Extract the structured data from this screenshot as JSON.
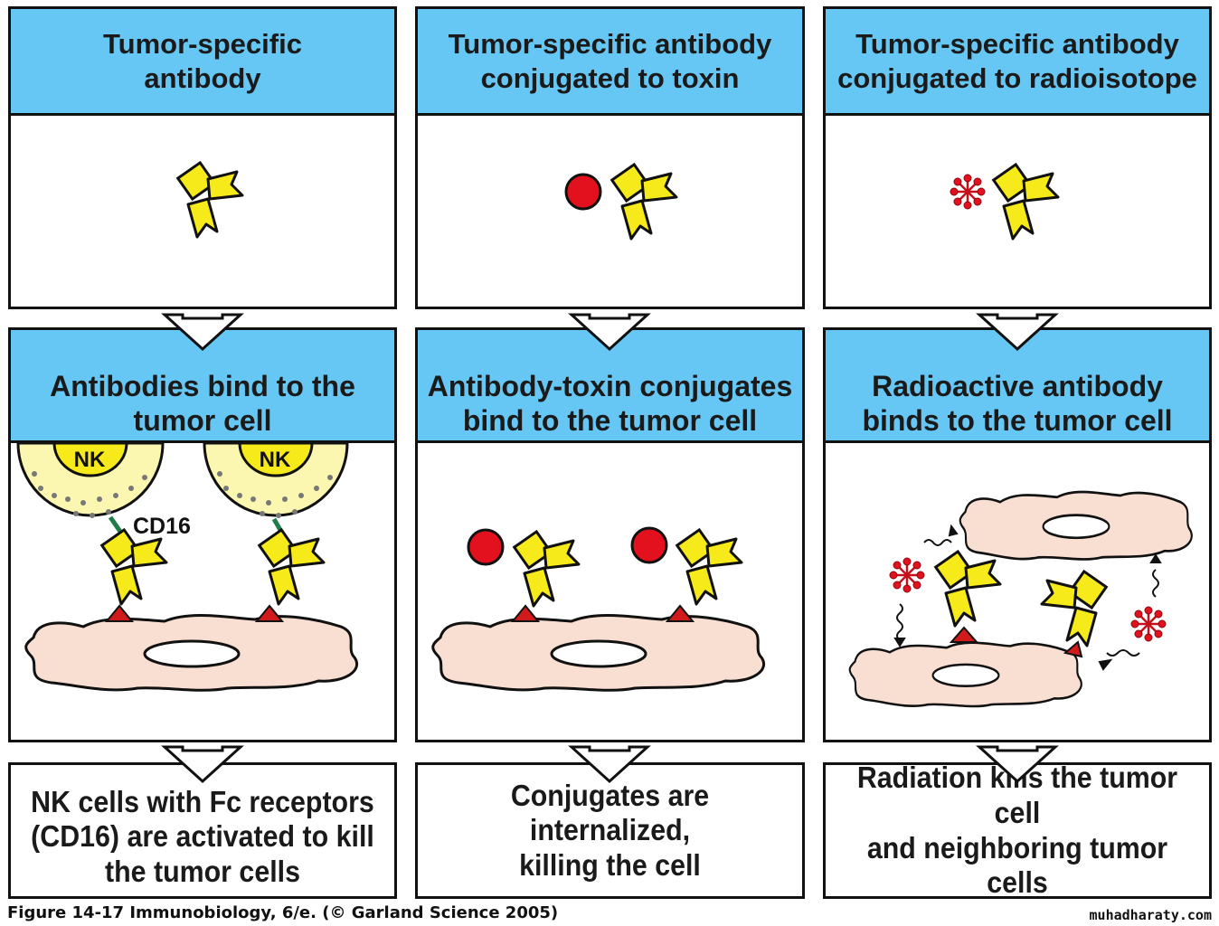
{
  "columns": [
    {
      "id": "antibody",
      "header_top": "Tumor-specific\nantibody",
      "header_middle": "Antibodies bind to the\ntumor cell",
      "result": "NK cells with Fc receptors\n(CD16) are activated to kill\nthe tumor cells"
    },
    {
      "id": "toxin",
      "header_top": "Tumor-specific antibody\nconjugated to toxin",
      "header_middle": "Antibody-toxin conjugates\nbind to the tumor cell",
      "result": "Conjugates are internalized,\nkilling the cell"
    },
    {
      "id": "radioisotope",
      "header_top": "Tumor-specific antibody\nconjugated to radioisotope",
      "header_middle": "Radioactive antibody\nbinds to the tumor cell",
      "result": "Radiation kills the tumor cell\nand neighboring tumor cells"
    }
  ],
  "labels": {
    "nk": "NK",
    "cd16": "CD16"
  },
  "footer": {
    "caption": "Figure 14-17  Immunobiology, 6/e. (© Garland Science 2005)",
    "watermark": "muhadharaty.com"
  },
  "colors": {
    "header_blue": "#66c7f4",
    "antibody_yellow": "#f7ea1a",
    "toxin_red": "#e3101e",
    "tumor_cell": "#f9ded2",
    "nk_cell": "#fbf7b0",
    "cd16_green": "#1e7d4a"
  }
}
